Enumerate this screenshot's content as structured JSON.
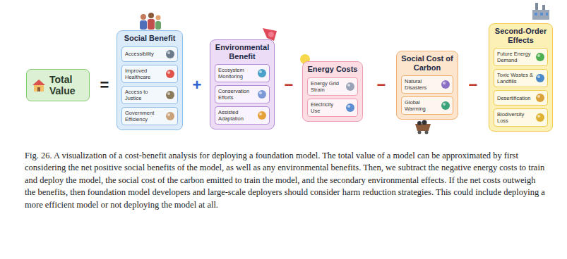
{
  "diagram": {
    "caption": "Fig. 26. A visualization of a cost-benefit analysis for deploying a foundation model. The total value of a model can be approximated by first considering the net positive social benefits of the model, as well as any environmental benefits. Then, we subtract the negative energy costs to train and deploy the model, the social cost of the carbon emitted to train the model, and the secondary environmental effects. If the net costs outweigh the benefits, then foundation model developers and large-scale deployers should consider harm reduction strategies. This could include deploying a more efficient model or not deploying the model at all.",
    "nodes": [
      {
        "text": [
          "Total Value"
        ]
      },
      {
        "text": [
          "Social Benefit"
        ]
      },
      {
        "text": [
          "Accessibility"
        ],
        "in": 1
      },
      {
        "text": [
          "Improved Healthcare"
        ],
        "in": 1
      },
      {
        "text": [
          "Access to Justice"
        ],
        "in": 1
      },
      {
        "text": [
          "Government Efficiency"
        ],
        "in": 1
      },
      {
        "text": [
          "Environmental Benefit"
        ]
      },
      {
        "text": [
          "Ecosystem Monitoring"
        ],
        "in": 6
      },
      {
        "text": [
          "Conservation Efforts"
        ],
        "in": 6
      },
      {
        "text": [
          "Assisted Adaptation"
        ],
        "in": 6
      },
      {
        "text": [
          "Energy Costs"
        ]
      },
      {
        "text": [
          "Energy Grid Strain"
        ],
        "in": 10
      },
      {
        "text": [
          "Electricity Use"
        ],
        "in": 10
      },
      {
        "text": [
          "Social Cost of Carbon"
        ]
      },
      {
        "text": [
          "Natural Disasters"
        ],
        "in": 13
      },
      {
        "text": [
          "Global Warming"
        ],
        "in": 13
      },
      {
        "text": [
          "Second-Order Effects"
        ]
      },
      {
        "text": [
          "Future Energy Demand"
        ],
        "in": 16
      },
      {
        "text": [
          "Toxic Wastes & Landfills"
        ],
        "in": 16
      },
      {
        "text": [
          "Desertification"
        ],
        "in": 16
      },
      {
        "text": [
          "Biodiversity Loss"
        ],
        "in": 16
      }
    ],
    "labels": [
      "=",
      "+",
      "−",
      "−",
      "−"
    ]
  }
}
